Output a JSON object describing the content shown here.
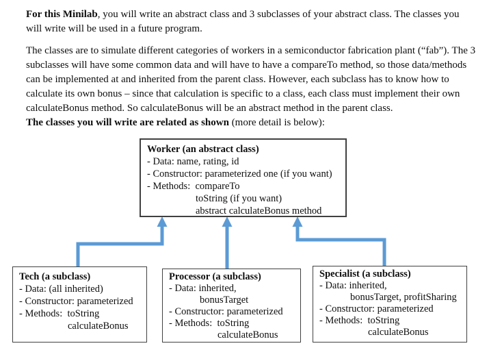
{
  "colors": {
    "arrow": "#5B9BD5",
    "box_border": "#404040",
    "text": "#0e0e0e",
    "background": "#ffffff"
  },
  "intro": {
    "p1": {
      "bold": "For this Minilab",
      "line1_rest": ", you will write an abstract class and 3 subclasses of your abstract class. The classes you",
      "line2": "will write will be used in a future program."
    },
    "p2": {
      "lines": [
        "The classes are to simulate different categories of workers in a semiconductor fabrication plant (“fab”). The 3",
        "subclasses will have some common data and will have to have a compareTo method, so those data/methods",
        "can be implemented at and inherited from the parent class. However, each subclass has to know how to",
        "calculate its own bonus – since that calculation is specific to a class, each class must implement their own",
        "calculateBonus method. So calculateBonus will be an abstract method in the parent class."
      ]
    },
    "p3": {
      "bold": "The classes you will write are related as shown",
      "rest": " (more detail is below):"
    }
  },
  "diagram": {
    "arrow_color": "#5B9BD5",
    "worker": {
      "title": "Worker (an abstract class)",
      "lines": [
        "- Data: name, rating, id",
        "- Constructor: parameterized one (if you want)",
        "- Methods:  compareTo",
        "toString (if you want)",
        "abstract calculateBonus method"
      ]
    },
    "tech": {
      "title": "Tech (a subclass)",
      "lines": [
        "- Data: (all inherited)",
        "- Constructor: parameterized",
        "- Methods:  toString",
        "calculateBonus"
      ]
    },
    "processor": {
      "title": "Processor (a subclass)",
      "lines": [
        "- Data: inherited,",
        "bonusTarget",
        "- Constructor: parameterized",
        "- Methods:  toString",
        "calculateBonus"
      ]
    },
    "specialist": {
      "title": "Specialist (a subclass)",
      "lines": [
        "- Data: inherited,",
        "bonusTarget, profitSharing",
        "- Constructor: parameterized",
        "- Methods:  toString",
        "calculateBonus"
      ]
    }
  }
}
